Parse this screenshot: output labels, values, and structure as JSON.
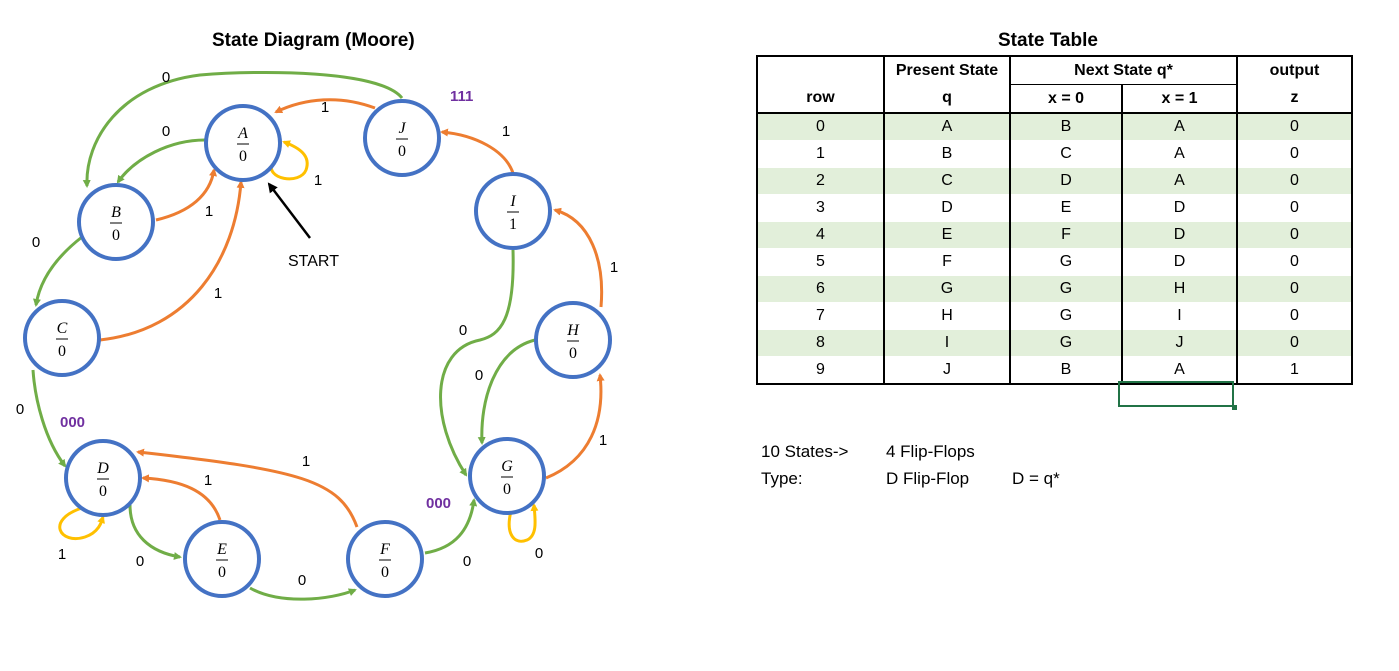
{
  "diagram": {
    "title": "State Diagram (Moore)",
    "start_label": "START",
    "states": [
      {
        "name": "A",
        "output": "0"
      },
      {
        "name": "B",
        "output": "0"
      },
      {
        "name": "C",
        "output": "0"
      },
      {
        "name": "D",
        "output": "0"
      },
      {
        "name": "E",
        "output": "0"
      },
      {
        "name": "F",
        "output": "0"
      },
      {
        "name": "G",
        "output": "0"
      },
      {
        "name": "H",
        "output": "0"
      },
      {
        "name": "I",
        "output": "1"
      },
      {
        "name": "J",
        "output": "0"
      }
    ],
    "transitions": [
      {
        "from": "A",
        "to": "B",
        "input": "0"
      },
      {
        "from": "A",
        "to": "A",
        "input": "1"
      },
      {
        "from": "B",
        "to": "C",
        "input": "0"
      },
      {
        "from": "B",
        "to": "A",
        "input": "1"
      },
      {
        "from": "C",
        "to": "D",
        "input": "0"
      },
      {
        "from": "C",
        "to": "A",
        "input": "1"
      },
      {
        "from": "D",
        "to": "E",
        "input": "0"
      },
      {
        "from": "D",
        "to": "D",
        "input": "1"
      },
      {
        "from": "E",
        "to": "F",
        "input": "0"
      },
      {
        "from": "E",
        "to": "D",
        "input": "1"
      },
      {
        "from": "F",
        "to": "G",
        "input": "0"
      },
      {
        "from": "F",
        "to": "D",
        "input": "1"
      },
      {
        "from": "G",
        "to": "G",
        "input": "0"
      },
      {
        "from": "G",
        "to": "H",
        "input": "1"
      },
      {
        "from": "H",
        "to": "G",
        "input": "0"
      },
      {
        "from": "H",
        "to": "I",
        "input": "1"
      },
      {
        "from": "I",
        "to": "G",
        "input": "0"
      },
      {
        "from": "I",
        "to": "J",
        "input": "1"
      },
      {
        "from": "J",
        "to": "B",
        "input": "0"
      },
      {
        "from": "J",
        "to": "A",
        "input": "1"
      }
    ],
    "annotations": {
      "j_code": "111",
      "d_code": "000",
      "g_code": "000"
    },
    "colors": {
      "state_border": "#4472c4",
      "edge_zero": "#70ad47",
      "edge_one": "#ed7d31",
      "self_loop": "#ffc000",
      "code_label": "#7030a0",
      "start_arrow": "#000000"
    }
  },
  "table": {
    "title": "State Table",
    "headers": {
      "row": "row",
      "present_state": "Present State",
      "present_state_sub": "q",
      "next_state": "Next State q*",
      "x0": "x = 0",
      "x1": "x = 1",
      "output": "output",
      "output_sub": "z"
    },
    "rows": [
      {
        "row": "0",
        "q": "A",
        "x0": "B",
        "x1": "A",
        "z": "0"
      },
      {
        "row": "1",
        "q": "B",
        "x0": "C",
        "x1": "A",
        "z": "0"
      },
      {
        "row": "2",
        "q": "C",
        "x0": "D",
        "x1": "A",
        "z": "0"
      },
      {
        "row": "3",
        "q": "D",
        "x0": "E",
        "x1": "D",
        "z": "0"
      },
      {
        "row": "4",
        "q": "E",
        "x0": "F",
        "x1": "D",
        "z": "0"
      },
      {
        "row": "5",
        "q": "F",
        "x0": "G",
        "x1": "D",
        "z": "0"
      },
      {
        "row": "6",
        "q": "G",
        "x0": "G",
        "x1": "H",
        "z": "0"
      },
      {
        "row": "7",
        "q": "H",
        "x0": "G",
        "x1": "I",
        "z": "0"
      },
      {
        "row": "8",
        "q": "I",
        "x0": "G",
        "x1": "J",
        "z": "0"
      },
      {
        "row": "9",
        "q": "J",
        "x0": "B",
        "x1": "A",
        "z": "1"
      }
    ],
    "row_shade_color": "#e2efda"
  },
  "notes": {
    "states_label": "10 States->",
    "flipflops": "4 Flip-Flops",
    "type_label": "Type:",
    "type_value": "D Flip-Flop",
    "equation": "D = q*"
  }
}
